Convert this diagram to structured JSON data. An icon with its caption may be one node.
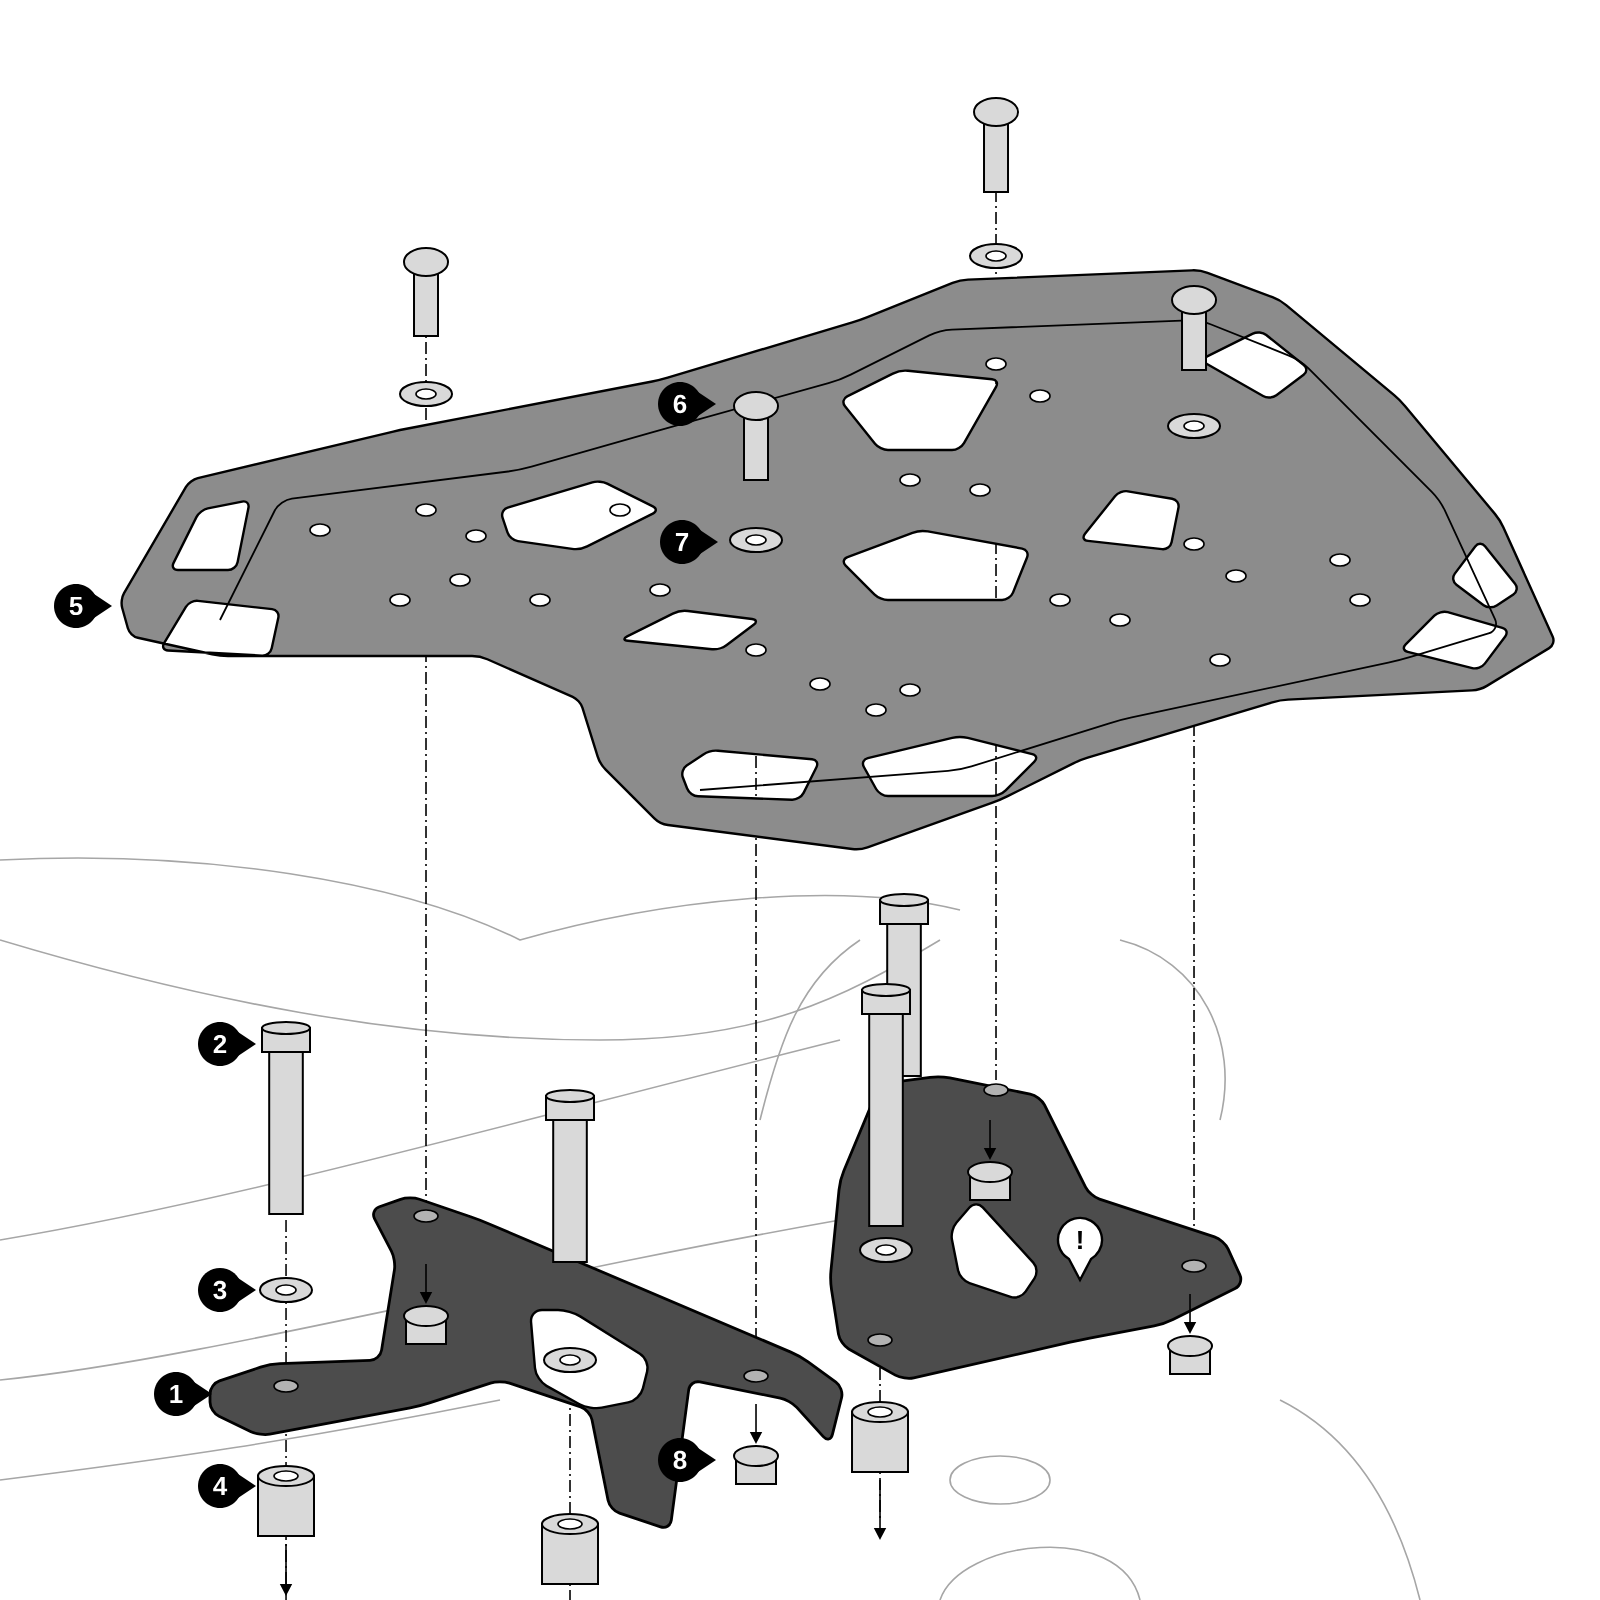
{
  "diagram": {
    "labels": [
      "6",
      "7",
      "5",
      "2",
      "!",
      "3",
      "1",
      "8",
      "4"
    ]
  }
}
